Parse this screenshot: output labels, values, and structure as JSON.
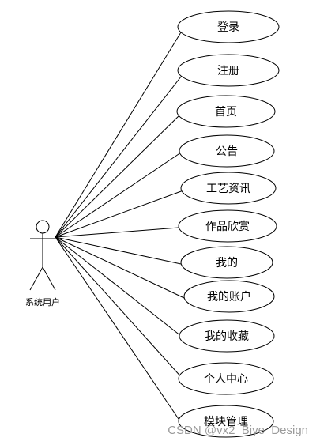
{
  "actor": {
    "label": "系统用户",
    "icon": "stick-figure-actor-icon"
  },
  "use_cases": [
    {
      "label": "登录"
    },
    {
      "label": "注册"
    },
    {
      "label": "首页"
    },
    {
      "label": "公告"
    },
    {
      "label": "工艺资讯"
    },
    {
      "label": "作品欣赏"
    },
    {
      "label": "我的"
    },
    {
      "label": "我的账户"
    },
    {
      "label": "我的收藏"
    },
    {
      "label": "个人中心"
    },
    {
      "label": "模块管理"
    }
  ],
  "watermark": "CSDN @vx2_Biye_Design",
  "colors": {
    "stroke": "#000000",
    "background": "#ffffff",
    "watermark": "#9a9a9a"
  }
}
